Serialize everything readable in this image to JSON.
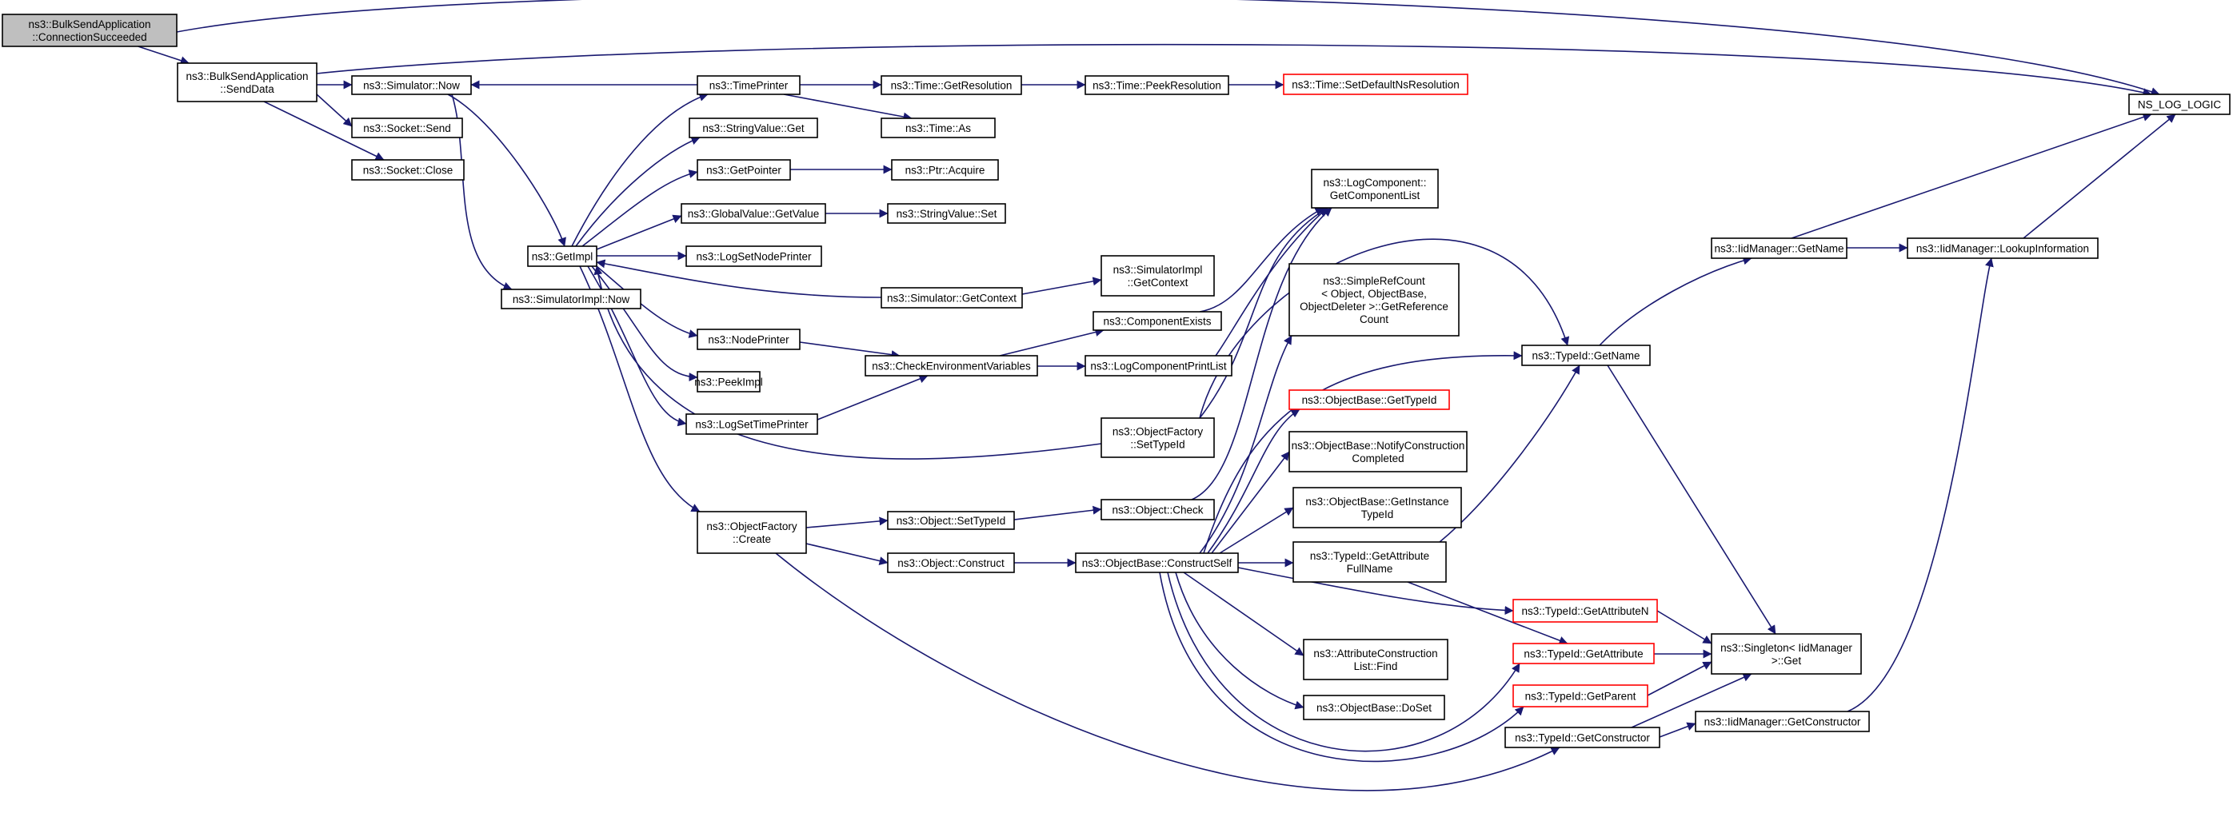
{
  "graph": {
    "title": "",
    "edge_color": "#191970",
    "truncated_border_color": "#ff0000",
    "root_fill": "#bfbfbf",
    "nodes": [
      {
        "id": "root",
        "lines": [
          "ns3::BulkSendApplication",
          "::ConnectionSucceeded"
        ],
        "kind": "root"
      },
      {
        "id": "senddata",
        "lines": [
          "ns3::BulkSendApplication",
          "::SendData"
        ]
      },
      {
        "id": "simnow",
        "lines": [
          "ns3::Simulator::Now"
        ]
      },
      {
        "id": "socksend",
        "lines": [
          "ns3::Socket::Send"
        ]
      },
      {
        "id": "sockclose",
        "lines": [
          "ns3::Socket::Close"
        ]
      },
      {
        "id": "getimpl",
        "lines": [
          "ns3::GetImpl"
        ]
      },
      {
        "id": "simimplnow",
        "lines": [
          "ns3::SimulatorImpl::Now"
        ]
      },
      {
        "id": "timeprinter",
        "lines": [
          "ns3::TimePrinter"
        ]
      },
      {
        "id": "stringget",
        "lines": [
          "ns3::StringValue::Get"
        ]
      },
      {
        "id": "getpointer",
        "lines": [
          "ns3::GetPointer"
        ]
      },
      {
        "id": "gvgetvalue",
        "lines": [
          "ns3::GlobalValue::GetValue"
        ]
      },
      {
        "id": "logsetnode",
        "lines": [
          "ns3::LogSetNodePrinter"
        ]
      },
      {
        "id": "nodeprinter",
        "lines": [
          "ns3::NodePrinter"
        ]
      },
      {
        "id": "peekimpl",
        "lines": [
          "ns3::PeekImpl"
        ]
      },
      {
        "id": "logsettime",
        "lines": [
          "ns3::LogSetTimePrinter"
        ]
      },
      {
        "id": "ofcreate",
        "lines": [
          "ns3::ObjectFactory",
          "::Create"
        ]
      },
      {
        "id": "timegetres",
        "lines": [
          "ns3::Time::GetResolution"
        ]
      },
      {
        "id": "timeas",
        "lines": [
          "ns3::Time::As"
        ]
      },
      {
        "id": "ptracquire",
        "lines": [
          "ns3::Ptr::Acquire"
        ]
      },
      {
        "id": "stringset",
        "lines": [
          "ns3::StringValue::Set"
        ]
      },
      {
        "id": "simgetctx",
        "lines": [
          "ns3::Simulator::GetContext"
        ]
      },
      {
        "id": "checkenv",
        "lines": [
          "ns3::CheckEnvironmentVariables"
        ]
      },
      {
        "id": "objsettype",
        "lines": [
          "ns3::Object::SetTypeId"
        ]
      },
      {
        "id": "objconstruct",
        "lines": [
          "ns3::Object::Construct"
        ]
      },
      {
        "id": "timepeekres",
        "lines": [
          "ns3::Time::PeekResolution"
        ]
      },
      {
        "id": "simimplctx",
        "lines": [
          "ns3::SimulatorImpl",
          "::GetContext"
        ]
      },
      {
        "id": "compexists",
        "lines": [
          "ns3::ComponentExists"
        ]
      },
      {
        "id": "logcompprint",
        "lines": [
          "ns3::LogComponentPrintList"
        ]
      },
      {
        "id": "ofsettype",
        "lines": [
          "ns3::ObjectFactory",
          "::SetTypeId"
        ]
      },
      {
        "id": "objcheck",
        "lines": [
          "ns3::Object::Check"
        ]
      },
      {
        "id": "obconstructself",
        "lines": [
          "ns3::ObjectBase::ConstructSelf"
        ]
      },
      {
        "id": "setdefaultns",
        "lines": [
          "ns3::Time::SetDefaultNsResolution"
        ],
        "kind": "trunc"
      },
      {
        "id": "logcomplist",
        "lines": [
          "ns3::LogComponent::",
          "GetComponentList"
        ]
      },
      {
        "id": "simplerefcount",
        "lines": [
          "ns3::SimpleRefCount",
          "< Object, ObjectBase,",
          "ObjectDeleter >::GetReference",
          "Count"
        ]
      },
      {
        "id": "obgettypeid",
        "lines": [
          "ns3::ObjectBase::GetTypeId"
        ],
        "kind": "trunc"
      },
      {
        "id": "obnotify",
        "lines": [
          "ns3::ObjectBase::NotifyConstruction",
          "Completed"
        ]
      },
      {
        "id": "obgetinst",
        "lines": [
          "ns3::ObjectBase::GetInstance",
          "TypeId"
        ]
      },
      {
        "id": "tidgetattrfull",
        "lines": [
          "ns3::TypeId::GetAttribute",
          "FullName"
        ]
      },
      {
        "id": "attrconsfind",
        "lines": [
          "ns3::AttributeConstruction",
          "List::Find"
        ]
      },
      {
        "id": "obdoset",
        "lines": [
          "ns3::ObjectBase::DoSet"
        ]
      },
      {
        "id": "tidgetname",
        "lines": [
          "ns3::TypeId::GetName"
        ]
      },
      {
        "id": "tidgetattrn",
        "lines": [
          "ns3::TypeId::GetAttributeN"
        ],
        "kind": "trunc"
      },
      {
        "id": "tidgetattr",
        "lines": [
          "ns3::TypeId::GetAttribute"
        ],
        "kind": "trunc"
      },
      {
        "id": "tidgetparent",
        "lines": [
          "ns3::TypeId::GetParent"
        ],
        "kind": "trunc"
      },
      {
        "id": "tidgetctor",
        "lines": [
          "ns3::TypeId::GetConstructor"
        ]
      },
      {
        "id": "iidgetname",
        "lines": [
          "ns3::IidManager::GetName"
        ]
      },
      {
        "id": "singletonget",
        "lines": [
          "ns3::Singleton< IidManager",
          ">::Get"
        ]
      },
      {
        "id": "iidgetctor",
        "lines": [
          "ns3::IidManager::GetConstructor"
        ]
      },
      {
        "id": "nsloglogic",
        "lines": [
          "NS_LOG_LOGIC"
        ]
      },
      {
        "id": "iidlookup",
        "lines": [
          "ns3::IidManager::LookupInformation"
        ]
      }
    ],
    "edges": [
      [
        "root",
        "senddata"
      ],
      [
        "root",
        "nsloglogic"
      ],
      [
        "senddata",
        "nsloglogic"
      ],
      [
        "senddata",
        "simnow"
      ],
      [
        "senddata",
        "socksend"
      ],
      [
        "senddata",
        "sockclose"
      ],
      [
        "simnow",
        "getimpl"
      ],
      [
        "simnow",
        "simimplnow"
      ],
      [
        "timeprinter",
        "simnow"
      ],
      [
        "timeprinter",
        "timegetres"
      ],
      [
        "timeprinter",
        "timeas"
      ],
      [
        "getimpl",
        "timeprinter"
      ],
      [
        "getimpl",
        "stringget"
      ],
      [
        "getimpl",
        "getpointer"
      ],
      [
        "getimpl",
        "gvgetvalue"
      ],
      [
        "getimpl",
        "logsetnode"
      ],
      [
        "getimpl",
        "nodeprinter"
      ],
      [
        "getimpl",
        "peekimpl"
      ],
      [
        "getimpl",
        "logsettime"
      ],
      [
        "getimpl",
        "ofcreate"
      ],
      [
        "simgetctx",
        "getimpl"
      ],
      [
        "simgetctx",
        "simimplctx"
      ],
      [
        "ofsettype",
        "getimpl"
      ],
      [
        "timegetres",
        "timepeekres"
      ],
      [
        "timepeekres",
        "setdefaultns"
      ],
      [
        "getpointer",
        "ptracquire"
      ],
      [
        "gvgetvalue",
        "stringset"
      ],
      [
        "nodeprinter",
        "checkenv"
      ],
      [
        "logsettime",
        "checkenv"
      ],
      [
        "checkenv",
        "compexists"
      ],
      [
        "checkenv",
        "logcompprint"
      ],
      [
        "compexists",
        "logcomplist"
      ],
      [
        "logcompprint",
        "logcomplist"
      ],
      [
        "ofsettype",
        "logcomplist"
      ],
      [
        "ofsettype",
        "tidgetname"
      ],
      [
        "ofcreate",
        "objsettype"
      ],
      [
        "ofcreate",
        "objconstruct"
      ],
      [
        "ofcreate",
        "tidgetctor"
      ],
      [
        "objsettype",
        "objcheck"
      ],
      [
        "objcheck",
        "logcomplist"
      ],
      [
        "objconstruct",
        "obconstructself"
      ],
      [
        "obconstructself",
        "simplerefcount"
      ],
      [
        "obconstructself",
        "tidgetname"
      ],
      [
        "obconstructself",
        "obgettypeid"
      ],
      [
        "obconstructself",
        "obnotify"
      ],
      [
        "obconstructself",
        "obgetinst"
      ],
      [
        "obconstructself",
        "tidgetattrfull"
      ],
      [
        "obconstructself",
        "tidgetattrn"
      ],
      [
        "obconstructself",
        "attrconsfind"
      ],
      [
        "obconstructself",
        "obdoset"
      ],
      [
        "obconstructself",
        "tidgetattr"
      ],
      [
        "obconstructself",
        "tidgetparent"
      ],
      [
        "tidgetattrfull",
        "tidgetname"
      ],
      [
        "tidgetattrfull",
        "tidgetattr"
      ],
      [
        "tidgetname",
        "iidgetname"
      ],
      [
        "tidgetname",
        "singletonget"
      ],
      [
        "tidgetattrn",
        "singletonget"
      ],
      [
        "tidgetattr",
        "singletonget"
      ],
      [
        "tidgetparent",
        "singletonget"
      ],
      [
        "tidgetctor",
        "singletonget"
      ],
      [
        "tidgetctor",
        "iidgetctor"
      ],
      [
        "iidgetname",
        "nsloglogic"
      ],
      [
        "iidgetname",
        "iidlookup"
      ],
      [
        "iidgetctor",
        "iidlookup"
      ],
      [
        "iidlookup",
        "nsloglogic"
      ]
    ]
  }
}
